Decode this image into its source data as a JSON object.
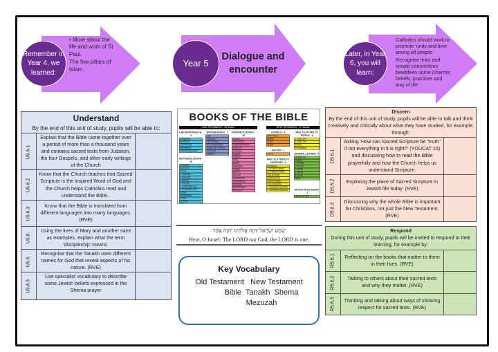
{
  "header": {
    "previous": {
      "circle": "Remember in Year 4, we learned:",
      "items": [
        "• More about the life and work of St Paul.",
        "The five pillars of Islam."
      ]
    },
    "current": {
      "circle": "Year 5",
      "title": "Dialogue and encounter"
    },
    "next": {
      "circle": "Later, in Year 6, you will learn:",
      "items": [
        "Catholics should work to promote 'unity and love anong all people.",
        "Recognise links and simple connections bewtdeen some Dharmic beliefs, practices and way of life."
      ]
    }
  },
  "colors": {
    "arrow": "#d07cf7",
    "circle": "#6b2c91",
    "understand_bg": "#dce3f2",
    "discern_bg": "#fbe0d5",
    "respond_bg": "#cde4b7",
    "vocab_border": "#2e6fb5"
  },
  "understand": {
    "title": "Understand",
    "subtitle": "By the end of this unit of study, pupils will be able to:",
    "rows": [
      {
        "code": "U5.6.1",
        "text": "Explain that the Bible came together over a period of more than a thousand years and contains sacred texts from Judaism, the four Gospels, and other early writings of the Church"
      },
      {
        "code": "U5.6.2",
        "text": "Know that the Church teaches that Sacred Scripture is the inspired Word of God and the Church helps Catholics read and understand the Bible.."
      },
      {
        "code": "U5.6.3",
        "text": "Know that the Bible is translated from different languages into many languages. (RVE)"
      },
      {
        "code": "U5.6.",
        "text": "Using the lives of Mary and another saint as examples, explain what the term 'discipleship' means."
      },
      {
        "code": "U5.6.",
        "text": "Recognise that the Tanakh uses different names for God that reveal aspects of his nature. (RVE)"
      },
      {
        "code": "U5.6.5",
        "text": "Use specialist vocabulary to describe some Jewish beliefs expressed in the Shema prayer"
      }
    ]
  },
  "bible_chart": {
    "title": "BOOKS OF THE BIBLE",
    "old": "OLD TESTAMENT - 46 Books",
    "new": "NEW TESTAMENT - 27 Books",
    "groups": [
      {
        "name": "LAW (PENTATEUCH) - 5",
        "books": [
          "GENESIS",
          "EXODUS",
          "LEVITICUS",
          "NUMBERS",
          "DEUTERONOMY"
        ],
        "color": "#4cc8ea"
      },
      {
        "name": "HISTORICAL BOOKS - 16",
        "books": [
          "JOSHUA",
          "JUDGES",
          "RUTH",
          "1 SAMUEL",
          "2 SAMUEL",
          "1 KINGS",
          "2 KINGS",
          "1 CHRONICLES",
          "2 CHRONICLES",
          "EZRA",
          "NEHEMIAH",
          "TOBIT",
          "JUDITH",
          "ESTHER",
          "1 MACCABEES",
          "2 MACCABEES"
        ],
        "color": "#4cc8ea"
      },
      {
        "name": "WISDOM BOOKS - 7",
        "books": [
          "JOB",
          "PSALMS",
          "PROVERBS",
          "ECCLESIASTES",
          "SONG OF SONGS",
          "WISDOM",
          "SIRACH"
        ],
        "color": "#8f9ad6"
      },
      {
        "name": "PROPHETIC BOOKS - 18",
        "books": [
          "ISAIAH",
          "JEREMIAH",
          "LAMENTATIONS",
          "BARUCH",
          "EZEKIEL",
          "DANIEL",
          "HOSEA",
          "JOEL",
          "AMOS",
          "OBADIAH",
          "JONAH",
          "MICAH",
          "NAHUM",
          "HABAKKUK",
          "ZEPHANIAH",
          "HAGGAI",
          "ZECHARIAH",
          "MALACHI"
        ],
        "color": "#f27ab8"
      },
      {
        "name": "GOSPELS - 4",
        "books": [
          "MATTHEW",
          "MARK",
          "LUKE",
          "JOHN"
        ],
        "color": "#f39a2a"
      },
      {
        "name": "HISTORY - 1",
        "books": [
          "ACTS"
        ],
        "color": "#f39a2a"
      },
      {
        "name": "PAUL'S LETTERS TO CHURCHES - 9",
        "books": [
          "ROMANS",
          "1 CORINTHIANS",
          "2 CORINTHIANS",
          "GALATIANS",
          "EPHESIANS",
          "PHILIPPIANS",
          "COLOSSIANS",
          "1 THESSALONIANS",
          "2 THESSALONIANS"
        ],
        "color": "#f4ec2a"
      },
      {
        "name": "PAUL'S LETTERS TO PEOPLE - 4",
        "books": [
          "1 TIMOTHY",
          "2 TIMOTHY",
          "TITUS",
          "PHILEMON"
        ],
        "color": "#f4ec2a"
      },
      {
        "name": "GENERAL LETTERS - 8",
        "books": [
          "HEBREWS",
          "JAMES",
          "1 PETER",
          "2 PETER",
          "1 JOHN",
          "2 JOHN",
          "3 JOHN",
          "JUDE"
        ],
        "color": "#7cc242"
      },
      {
        "name": "APOCALYPTIC BOOKS - 1",
        "books": [
          "REVELATION"
        ],
        "color": "#7cc242"
      }
    ]
  },
  "shema": {
    "hebrew": "שְׁמַע יִשְׂרָאֵל יְהוָה אֱלֹהֵינוּ יְהוָה אֶחָד",
    "english": "Hear, O Israel: The LORD our God, the LORD is one."
  },
  "vocabulary": {
    "title": "Key Vocabulary",
    "line1": "Old Testament   New Testament",
    "line2": "Bible  Tanakh  Shema",
    "line3": "Mezuzah"
  },
  "discern": {
    "title": "Discern",
    "subtitle": "By the end of this unit of study, pupils will be able to talk and think creatively and critically about what they have studied, for example, through:",
    "rows": [
      {
        "code": "D5.6.1",
        "text": "Asking 'How can Sacred Scripture be \"truth\" if not everything in it is right?' (YOUCAT 15) and discussing how to read the Bible prayerfully and how the Church helps us understand Scripture."
      },
      {
        "code": "D5.6.2",
        "text": "Exploring the place of Sacred Scripture in Jewish life today. (RVE)"
      },
      {
        "code": "D5.6.3",
        "text": "Discussing why the whole Bible is important for Christians, not just the New Testament. (RVE)"
      }
    ]
  },
  "respond": {
    "title": "Respond",
    "subtitle": "During this unit of study, pupils will be invited to respond to their learning, for example by:",
    "rows": [
      {
        "code": "R5.6.1",
        "text": "Reflecting on the books that matter to them in their lives. (RVE)"
      },
      {
        "code": "R5.6.2",
        "text": "Talking to others about their sacred texts and why they matter. (RVE)"
      },
      {
        "code": "R5.6.3",
        "text": "Thinking and talking about ways of showing respect for sacred texts. (RVE)"
      }
    ]
  }
}
